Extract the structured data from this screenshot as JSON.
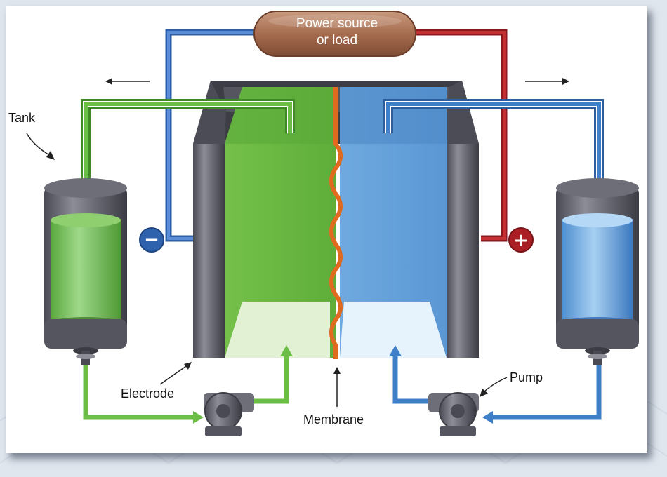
{
  "labels": {
    "power_line1": "Power source",
    "power_line2": "or load",
    "tank": "Tank",
    "electrode": "Electrode",
    "membrane": "Membrane",
    "pump": "Pump"
  },
  "terminals": {
    "negative": "−",
    "positive": "+"
  },
  "colors": {
    "green": "#6cbd45",
    "blue": "#3f7fc8",
    "red": "#b3262a",
    "membrane": "#e06a1e",
    "power": "#b07a5e",
    "metal": "#5e5e68"
  }
}
